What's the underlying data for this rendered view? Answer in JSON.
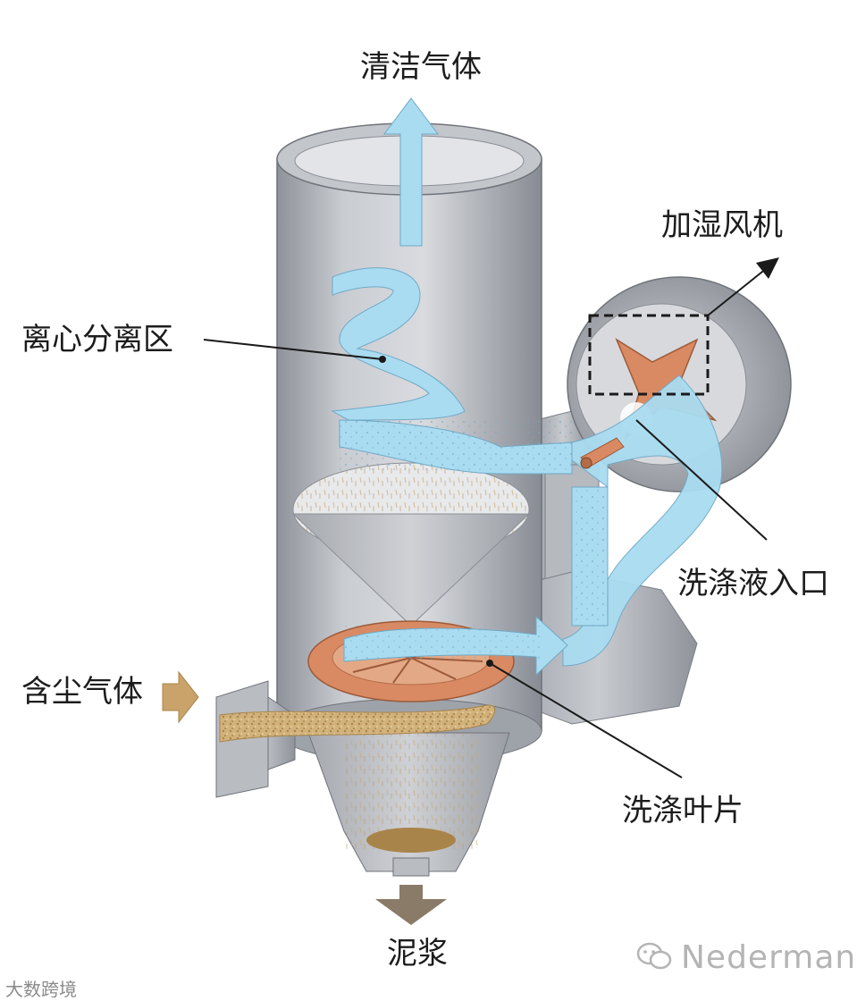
{
  "labels": {
    "clean_gas": "清洁气体",
    "centrifugal_zone": "离心分离区",
    "humidifier_fan": "加湿风机",
    "wash_liquid_inlet": "洗涤液入口",
    "dusty_gas": "含尘气体",
    "wash_blades": "洗涤叶片",
    "slurry": "泥浆"
  },
  "watermarks": {
    "left": "大数跨境",
    "right": "Nederman"
  },
  "colors": {
    "airflow": "#a9dcf1",
    "dust_flow": "#c9a36a",
    "copper": "#d98a62",
    "vessel": "#b3b6bc",
    "slurry_arrow": "#8a7a68",
    "leader_line": "#1a1a1a"
  }
}
